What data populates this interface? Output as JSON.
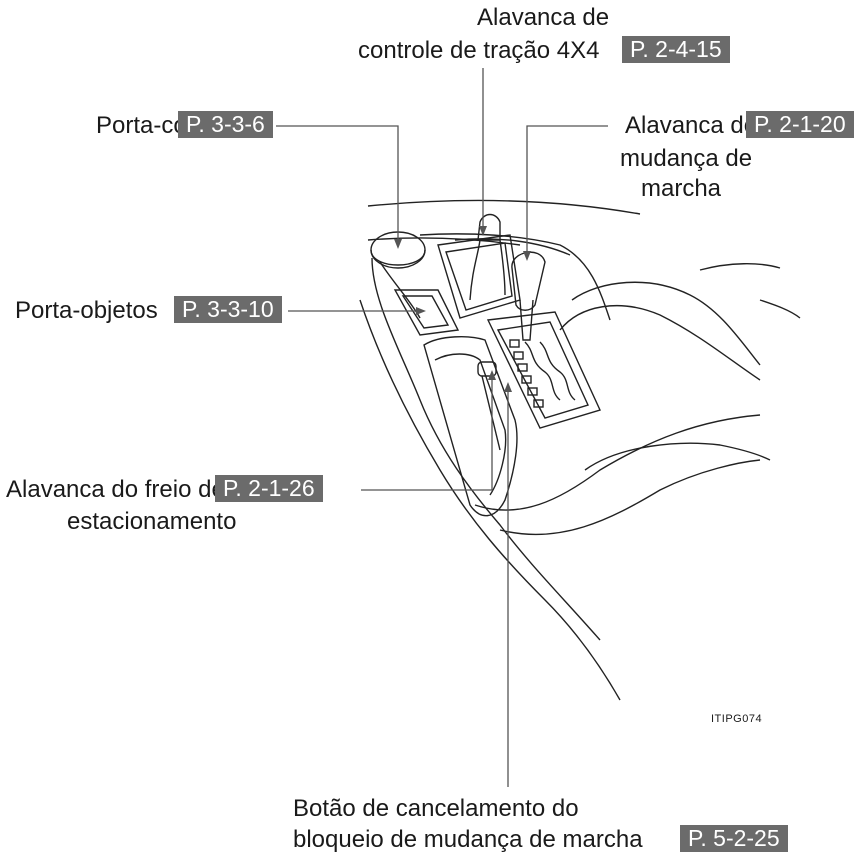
{
  "callouts": {
    "traction_lever": {
      "line1": "Alavanca de",
      "line2": "controle de tração 4X4",
      "ref": "P. 2-4-15"
    },
    "cup_holder": {
      "label": "Porta-copos",
      "ref": "P. 3-3-6"
    },
    "shift_lever": {
      "line1": "Alavanca de",
      "line2": "mudança de",
      "line3": "marcha",
      "ref": "P. 2-1-20"
    },
    "storage": {
      "label": "Porta-objetos",
      "ref": "P. 3-3-10"
    },
    "parking_brake": {
      "line1": "Alavanca do freio de",
      "line2": "estacionamento",
      "ref": "P. 2-1-26"
    },
    "shift_lock_release": {
      "line1": "Botão de cancelamento do",
      "line2": "bloqueio de mudança de marcha",
      "ref": "P. 5-2-25"
    }
  },
  "figure_code": "ITIPG074",
  "colors": {
    "ref_badge_bg": "#6b6b6b",
    "ref_badge_text": "#ffffff",
    "line": "#222222"
  }
}
